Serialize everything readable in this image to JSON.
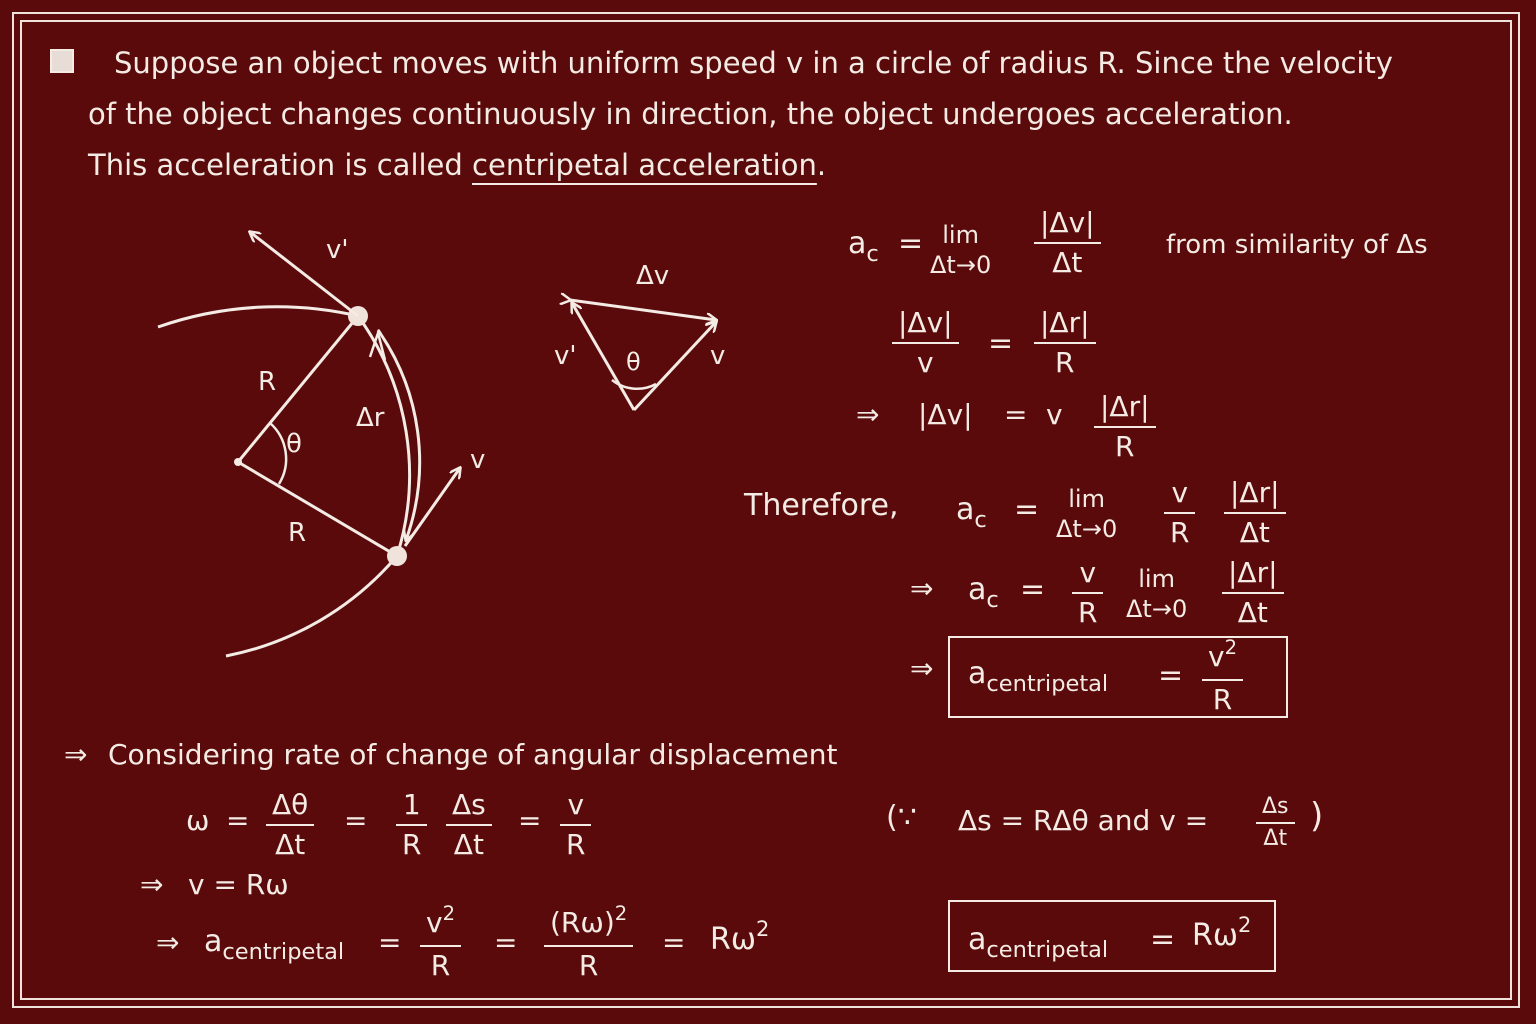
{
  "intro": {
    "line1": "Suppose an object moves with uniform speed v in a circle of radius R. Since the velocity",
    "line2": "of the object changes continuously in direction, the object undergoes acceleration.",
    "line3_prefix": "This acceleration is called ",
    "line3_term": "centripetal acceleration",
    "line3_suffix": "."
  },
  "diagram": {
    "v_prime": "v'",
    "v": "v",
    "R_top": "R",
    "R_bottom": "R",
    "theta": "θ",
    "delta_r": "Δr"
  },
  "triangle": {
    "delta_v": "Δv",
    "v_prime": "v'",
    "v": "v",
    "theta": "θ"
  },
  "eq1": {
    "lhs": "a",
    "lhs_sub": "c",
    "equals": "=",
    "lim": "lim",
    "lim_sub": "Δt→0",
    "num": "|Δv|",
    "den": "Δt",
    "note": "from similarity of Δs"
  },
  "eq2": {
    "lnum": "|Δv|",
    "lden": "v",
    "equals": "=",
    "rnum": "|Δr|",
    "rden": "R"
  },
  "eq3": {
    "arrow": "⇒",
    "lhs": "|Δv|",
    "equals": "=",
    "v": "v",
    "num": "|Δr|",
    "den": "R"
  },
  "eq4": {
    "therefore": "Therefore,",
    "lhs": "a",
    "lhs_sub": "c",
    "equals": "=",
    "lim": "lim",
    "lim_sub": "Δt→0",
    "f1num": "v",
    "f1den": "R",
    "f2num": "|Δr|",
    "f2den": "Δt"
  },
  "eq5": {
    "arrow": "⇒",
    "lhs": "a",
    "lhs_sub": "c",
    "equals": "=",
    "f1num": "v",
    "f1den": "R",
    "lim": "lim",
    "lim_sub": "Δt→0",
    "f2num": "|Δr|",
    "f2den": "Δt"
  },
  "eq6": {
    "arrow": "⇒",
    "lhs": "a",
    "lhs_sub": "centripetal",
    "equals": "=",
    "num": "v",
    "num_sup": "2",
    "den": "R"
  },
  "angular": {
    "heading_arrow": "⇒",
    "heading": "Considering rate of change of angular displacement",
    "omega": "ω",
    "eq": "=",
    "f1num": "Δθ",
    "f1den": "Δt",
    "f2num": "1",
    "f2den": "R",
    "f3num": "Δs",
    "f3den": "Δt",
    "f4num": "v",
    "f4den": "R",
    "note_open": "(∵",
    "note_mid": "Δs = RΔθ and v =",
    "note_num": "Δs",
    "note_den": "Δt",
    "note_close": ")",
    "arrow2": "⇒",
    "vrw": "v = Rω",
    "arrow3": "⇒",
    "a": "a",
    "a_sub": "centripetal",
    "g1num": "v",
    "g1num_sup": "2",
    "g1den": "R",
    "g2num": "(Rω)",
    "g2num_sup": "2",
    "g2den": "R",
    "rw": "Rω",
    "rw_sup": "2"
  },
  "final_box": {
    "a": "a",
    "a_sub": "centripetal",
    "equals": "=",
    "rhs": "Rω",
    "rhs_sup": "2"
  }
}
